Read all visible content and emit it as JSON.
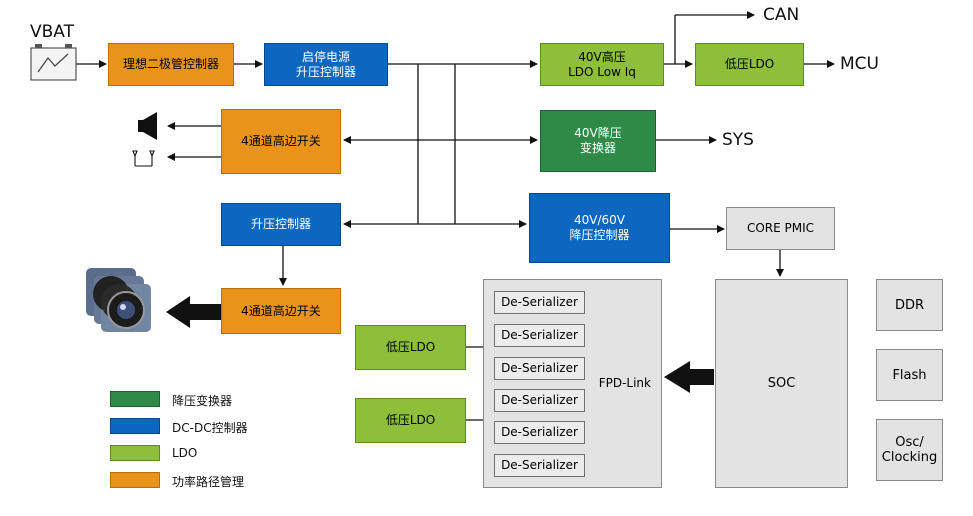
{
  "labels": {
    "vbat": "VBAT",
    "can": "CAN",
    "mcu": "MCU",
    "sys": "SYS"
  },
  "blocks": {
    "ideal_diode": "理想二极管控制器",
    "start_stop_boost": "启停电源\n升压控制器",
    "ldo_40v": "40V高压\nLDO Low Iq",
    "ldo_low_top": "低压LDO",
    "buck_40v": "40V降压\n变换器",
    "highside_4ch_top": "4通道高边开关",
    "boost_ctrl": "升压控制器",
    "buck_ctrl_40_60": "40V/60V\n降压控制器",
    "core_pmic": "CORE PMIC",
    "highside_4ch_bottom": "4通道高边开关",
    "ldo_low_mid": "低压LDO",
    "ldo_low_bottom": "低压LDO",
    "fpd_link": "FPD-Link",
    "soc": "SOC",
    "ddr": "DDR",
    "flash": "Flash",
    "osc": "Osc/\nClocking"
  },
  "deserializers": [
    "De-Serializer",
    "De-Serializer",
    "De-Serializer",
    "De-Serializer",
    "De-Serializer",
    "De-Serializer"
  ],
  "legend": [
    {
      "color": "#2E8B47",
      "label": "降压变换器"
    },
    {
      "color": "#0B67BF",
      "label": "DC-DC控制器"
    },
    {
      "color": "#8DBF3A",
      "label": "LDO"
    },
    {
      "color": "#E8941A",
      "label": "功率路径管理"
    }
  ],
  "icons": [
    "battery-icon",
    "speaker-icon",
    "antenna-icon",
    "camera-icon"
  ],
  "colors": {
    "orange": "#E8941A",
    "blue": "#0B67BF",
    "light_green": "#8DBF3A",
    "dark_green": "#2E8B47",
    "gray": "#E3E3E3"
  }
}
